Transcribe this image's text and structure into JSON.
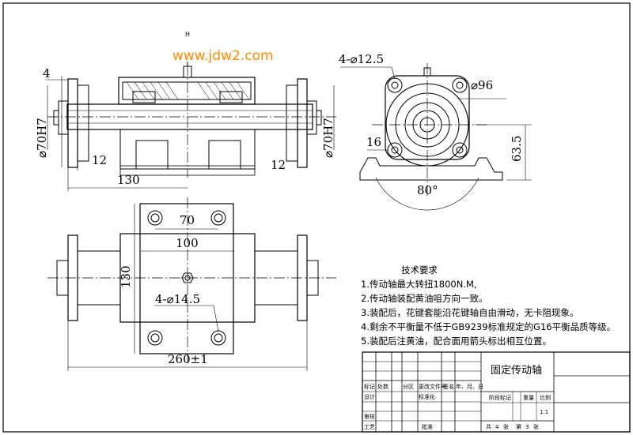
{
  "watermark": "www.jdw2.com",
  "top_mark": "H",
  "front_view": {
    "dim_left_4": "4",
    "dim_phi70_left": "⌀70H7",
    "dim_phi70_right": "⌀70H7",
    "dim_12_left": "12",
    "dim_12_right": "12",
    "dim_130": "130"
  },
  "side_view": {
    "dim_holes": "4-⌀12.5",
    "dim_phi96": "⌀96",
    "dim_16": "16",
    "dim_63_5": "63.5",
    "dim_angle": "80°"
  },
  "plan_view": {
    "dim_70": "70",
    "dim_100": "100",
    "dim_130": "130",
    "dim_holes": "4-⌀14.5",
    "dim_260": "260±1"
  },
  "tech_requirements": {
    "title": "技术要求",
    "items": [
      "1.传动轴最大转扭1800N.M,",
      "2.传动轴装配黄油咀方向一致。",
      "3.装配后，花键套能沿花键轴自由滑动，无卡阻现象。",
      "4.剩余不平衡量不低于GB9239标准规定的G16平衡品质等级。",
      "5.装配后注黄油，配合面用箭头标出相互位置。"
    ]
  },
  "title_block": {
    "part_name": "固定传动轴",
    "h_mark": "标记",
    "h_count": "处数",
    "h_zone": "分区",
    "h_docno": "更改文件号",
    "h_sign": "签名",
    "h_date": "年、月、日",
    "r_design": "设计",
    "r_std": "标准化",
    "r_review": "审核",
    "r_process": "工艺",
    "r_approve": "批准",
    "stage_label": "阶段标记",
    "weight_label": "重量",
    "scale_label": "比例",
    "scale_value": "1:1",
    "sheets_total_label": "共",
    "sheets_total": "4",
    "sheets_unit1": "张",
    "sheet_no_label": "第",
    "sheet_no": "3",
    "sheets_unit2": "张"
  }
}
